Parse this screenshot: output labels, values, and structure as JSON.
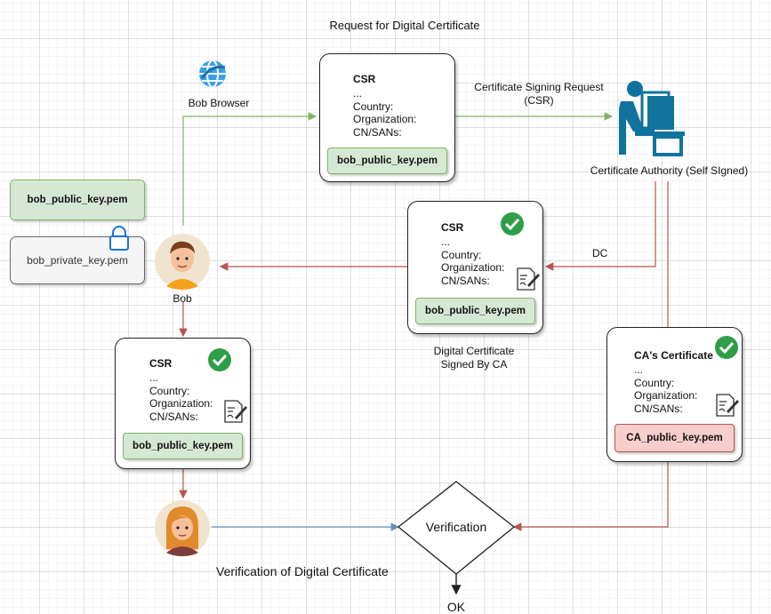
{
  "diagram": {
    "title": "Request for Digital Certificate",
    "footer_caption": "Verification of Digital Certificate",
    "bob_browser_label": "Bob Browser",
    "bob_label": "Bob",
    "ca_label": "Certificate Authority (Self SIgned)",
    "csr_edge_label": "Certificate Signing Request\n(CSR)",
    "dc_edge_label": "DC",
    "signed_caption": "Digital Certificate\nSigned By CA",
    "verification_label": "Verification",
    "ok_label": "OK",
    "bob_public_key": "bob_public_key.pem",
    "bob_private_key": "bob_private_key.pem",
    "ca_public_key": "CA_public_key.pem",
    "csr_card": {
      "title": "CSR",
      "body": "...\nCountry:\nOrganization:\nCN/SANs:",
      "key": "bob_public_key.pem"
    },
    "signed_card": {
      "title": "CSR",
      "body": "...\nCountry:\nOrganization:\nCN/SANs:",
      "key": "bob_public_key.pem"
    },
    "verify_card": {
      "title": "CSR",
      "body": "...\nCountry:\nOrganization:\nCN/SANs:",
      "key": "bob_public_key.pem"
    },
    "ca_cert_card": {
      "title": "CA's Certificate",
      "body": "...\nCountry:\nOrganization:\nCN/SANs:",
      "key": "CA_public_key.pem"
    }
  },
  "colors": {
    "green_edge": "#82b366",
    "red_edge": "#b85450",
    "blue_edge": "#6c8ebf",
    "check_green": "#2e9e49",
    "ca_blue": "#10739e"
  },
  "icons": [
    "browser-globe-icon",
    "lock-icon",
    "certificate-authority-icon",
    "bob-avatar-icon",
    "verifier-avatar-icon",
    "check-icon",
    "signature-icon"
  ]
}
